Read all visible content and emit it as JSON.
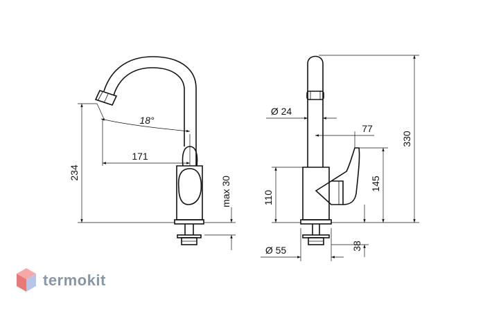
{
  "dimensions": {
    "height_spout": "234",
    "reach": "171",
    "swivel_angle": "18°",
    "max_deck": "max 30",
    "spout_diameter": "Ø 24",
    "lever_reach": "77",
    "total_height": "330",
    "body_height": "110",
    "lever_height": "145",
    "shank_length": "38",
    "base_diameter": "Ø 55"
  },
  "brand": {
    "name": "termokit",
    "colors": {
      "top": "#f6a7a7",
      "left": "#e8787a",
      "right": "#b9c4e6"
    }
  }
}
